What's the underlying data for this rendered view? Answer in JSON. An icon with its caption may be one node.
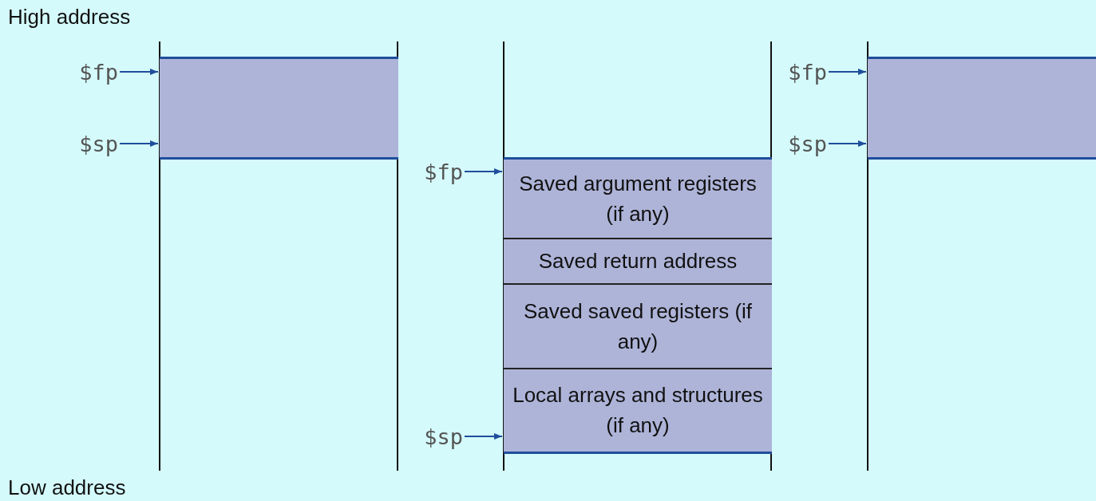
{
  "diagram": {
    "nodes": [
      {
        "text": [
          "$fp"
        ]
      },
      {
        "text": [
          "$sp"
        ]
      },
      {
        "text": [],
        "shape": "box"
      },
      {
        "text": [
          "$fp"
        ]
      },
      {
        "text": [
          "Saved argument registers (if any)"
        ]
      },
      {
        "text": [
          "Saved return address"
        ]
      },
      {
        "text": [
          "Saved saved registers (if any)"
        ]
      },
      {
        "text": [
          "Local arrays and structures (if any)"
        ]
      },
      {
        "text": [
          "$sp"
        ]
      },
      {
        "text": [
          "$fp"
        ]
      },
      {
        "text": [
          "$sp"
        ]
      },
      {
        "text": [],
        "shape": "box"
      }
    ],
    "edges": [
      {
        "from": 0,
        "to": 2,
        "arrow": "to"
      },
      {
        "from": 1,
        "to": 2,
        "arrow": "to"
      },
      {
        "from": 3,
        "to": 4,
        "arrow": "to"
      },
      {
        "from": 8,
        "to": 7,
        "arrow": "to"
      },
      {
        "from": 9,
        "to": 11,
        "arrow": "to"
      },
      {
        "from": 10,
        "to": 11,
        "arrow": "to"
      }
    ],
    "labels": [
      "High address",
      "Low address"
    ]
  }
}
